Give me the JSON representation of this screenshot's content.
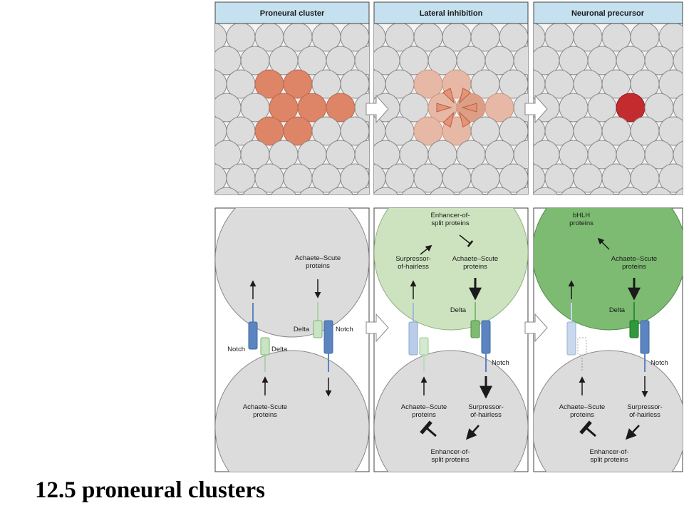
{
  "panels": {
    "headers": [
      "Proneural cluster",
      "Lateral inhibition",
      "Neuronal precursor"
    ]
  },
  "lower": {
    "p1": {
      "achaete_top": [
        "Achaete–Scute",
        "proteins"
      ],
      "delta_right": "Delta",
      "notch_right": "Notch",
      "notch_left": "Notch",
      "delta_left": "Delta",
      "achaete_bottom": [
        "Achaete-Scute",
        "proteins"
      ]
    },
    "p2": {
      "enhancer_top": [
        "Enhancer-of-",
        "split proteins"
      ],
      "suppressor_top": [
        "Surpressor-",
        "of-hairless"
      ],
      "achaete_top": [
        "Achaete–Scute",
        "proteins"
      ],
      "delta": "Delta",
      "notch": "Notch",
      "achaete_bottom": [
        "Achaete–Scute",
        "proteins"
      ],
      "suppressor_bottom": [
        "Surpressor-",
        "of-hairless"
      ],
      "enhancer_bottom": [
        "Enhancer-of-",
        "split proteins"
      ]
    },
    "p3": {
      "bhlh": [
        "bHLH",
        "proteins"
      ],
      "achaete_top": [
        "Achaete–Scute",
        "proteins"
      ],
      "delta": "Delta",
      "notch": "Notch",
      "achaete_bottom": [
        "Achaete–Scute",
        "proteins"
      ],
      "suppressor_bottom": [
        "Surpressor-",
        "of-hairless"
      ],
      "enhancer_bottom": [
        "Enhancer-of-",
        "split proteins"
      ]
    }
  },
  "colors": {
    "cell_grey": "#dcdcdc",
    "header_blue": "#c5e0ef",
    "proneural_orange": "#de8467",
    "inhibited_peach": "#e8b8a6",
    "precursor_red": "#c42b2f",
    "light_green": "#cde3bf",
    "dark_green": "#7dbb72",
    "notch_blue": "#5b84c0",
    "delta_green": "#a9d3a4"
  },
  "caption": "12.5 proneural clusters"
}
